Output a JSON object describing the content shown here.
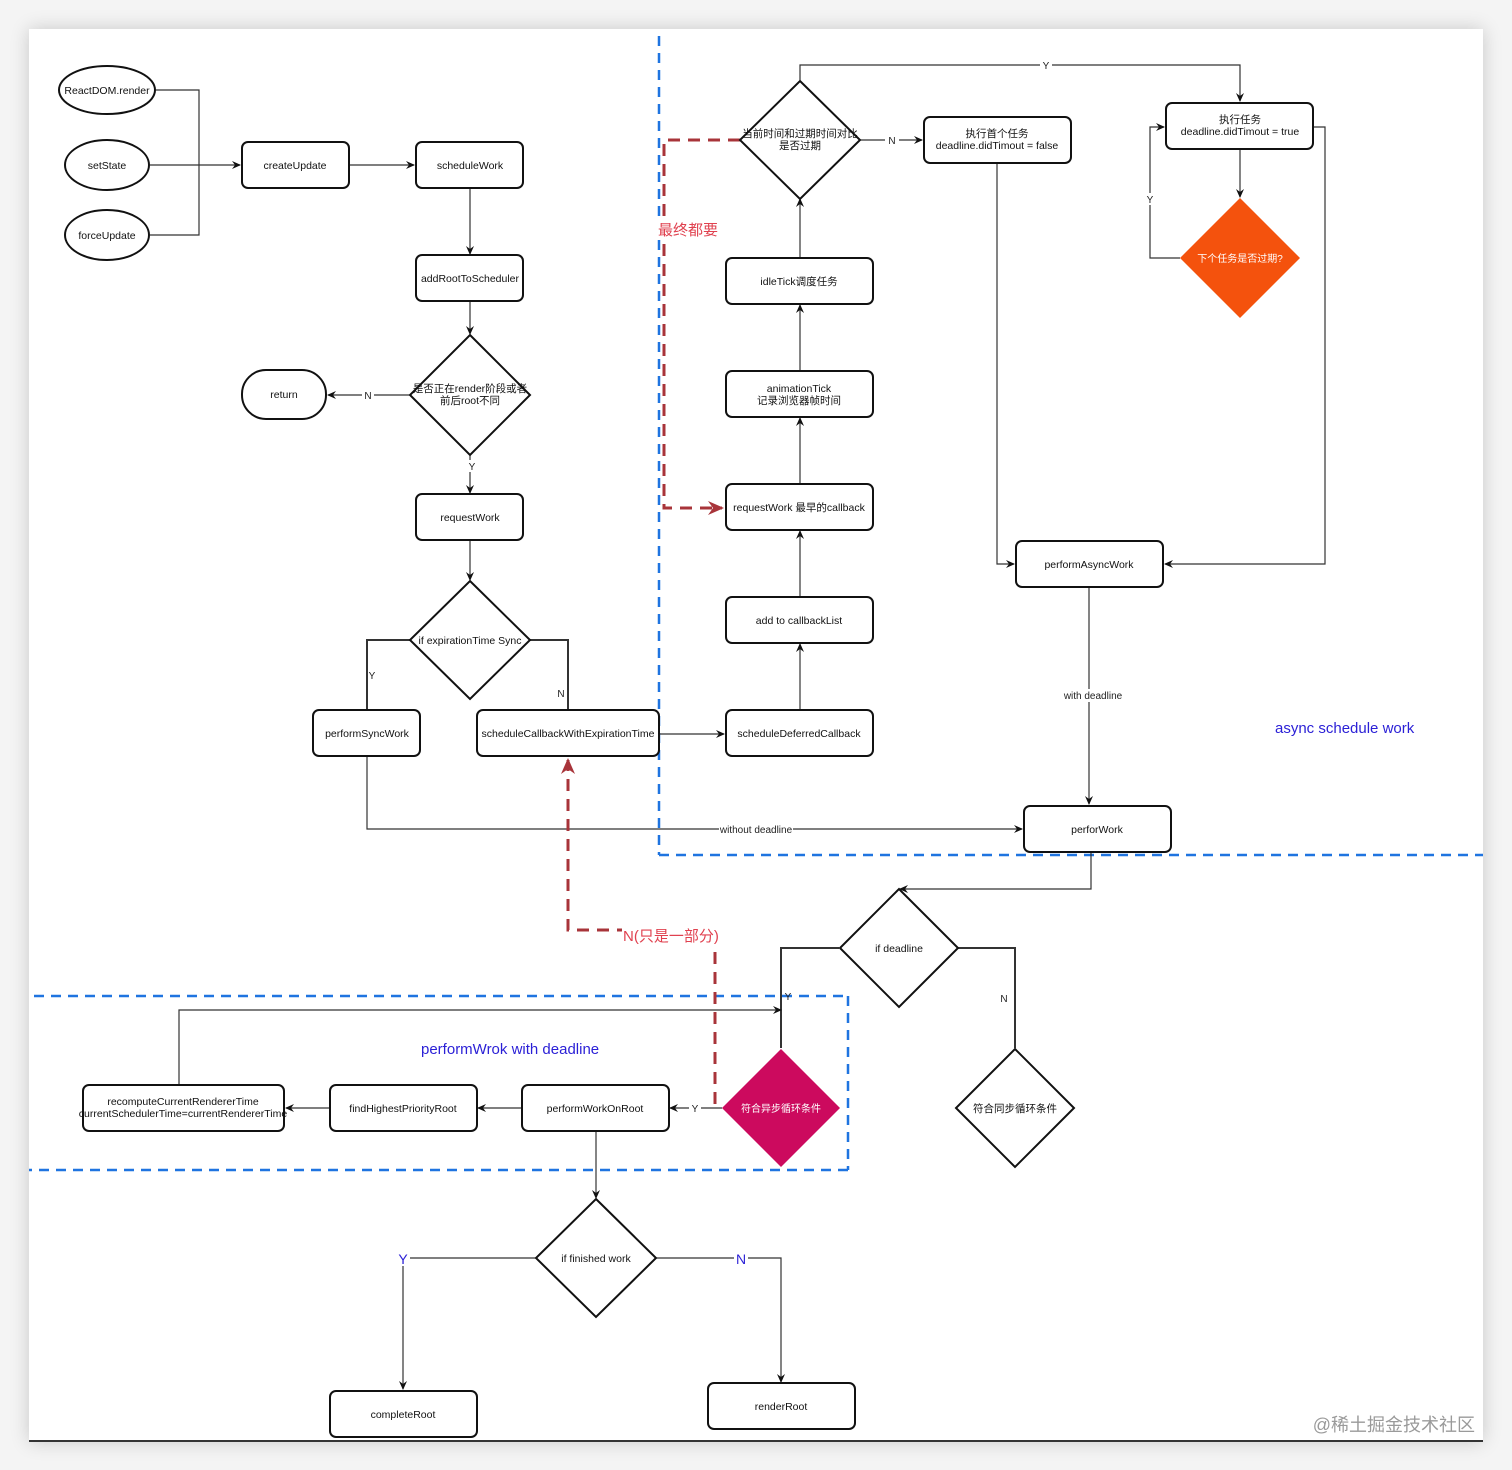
{
  "diagram": {
    "title": "React scheduler flow",
    "entry_points": [
      "ReactDOM.render",
      "setState",
      "forceUpdate"
    ],
    "nodes": {
      "reactdom_render": "ReactDOM.render",
      "set_state": "setState",
      "force_update": "forceUpdate",
      "create_update": "createUpdate",
      "schedule_work": "scheduleWork",
      "add_root_to_scheduler": "addRootToScheduler",
      "is_rendering_line1": "是否正在render阶段或者",
      "is_rendering_line2": "前后root不同",
      "return": "return",
      "request_work": "requestWork",
      "if_expiration_sync": "if expirationTime Sync",
      "perform_sync_work": "performSyncWork",
      "schedule_callback_with_expiration": "scheduleCallbackWithExpirationTime",
      "schedule_deferred_callback": "scheduleDeferredCallback",
      "add_to_callback_list": "add to callbackList",
      "request_work_earliest": "requestWork 最早的callback",
      "animation_tick_line1": "animationTick",
      "animation_tick_line2": "记录浏览器帧时间",
      "idle_tick": "idleTick调度任务",
      "compare_time_line1": "当前时间和过期时间对比",
      "compare_time_line2": "是否过期",
      "exec_first_task_line1": "执行首个任务",
      "exec_first_task_line2": "deadline.didTimout = false",
      "exec_task_line1": "执行任务",
      "exec_task_line2": "deadline.didTimout = true",
      "next_task_expired": "下个任务是否过期?",
      "perform_async_work": "performAsyncWork",
      "perfor_work": "perforWork",
      "if_deadline": "if deadline",
      "async_loop_condition": "符合异步循环条件",
      "sync_loop_condition": "符合同步循环条件",
      "perform_work_on_root": "performWorkOnRoot",
      "find_highest_priority_root": "findHighestPriorityRoot",
      "recompute_line1": "recomputeCurrentRendererTime",
      "recompute_line2": "currentSchedulerTime=currentRendererTime",
      "if_finished_work": "if finished work",
      "complete_root": "completeRoot",
      "render_root": "renderRoot"
    },
    "edge_labels": {
      "n": "N",
      "y": "Y",
      "with_deadline": "with deadline",
      "without_deadline": "without deadline"
    },
    "annotations": {
      "eventually_all": "最终都要",
      "n_partial": "N(只是一部分)",
      "async_schedule_work": "async schedule work",
      "perform_work_with_deadline": "performWrok with deadline"
    },
    "watermark": "@稀土掘金技术社区",
    "colors": {
      "region_border": "#1f74e0",
      "annotation_red_line": "#a8343a",
      "annotation_red_text": "#e0414f",
      "annotation_blue_text": "#2a1fd6",
      "orange_decision": "#f4520d",
      "magenta_decision": "#cc0a5e"
    }
  }
}
